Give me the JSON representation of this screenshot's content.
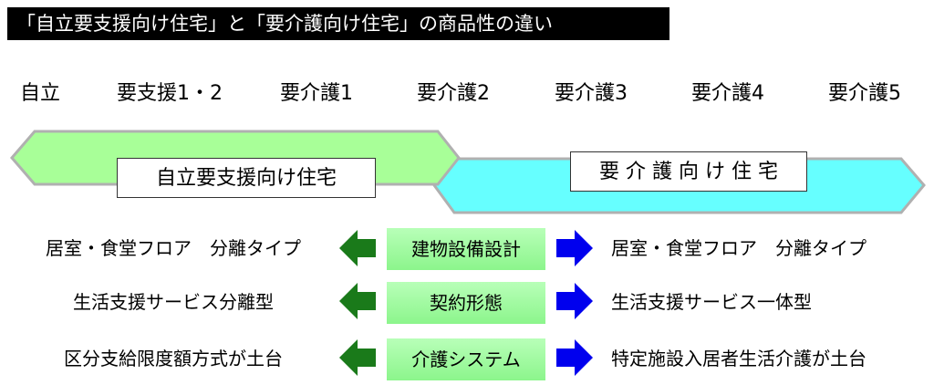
{
  "title": "「自立要支援向け住宅」と「要介護向け住宅」の商品性の違い",
  "levels": [
    "自立",
    "要支援1・2",
    "要介護1",
    "要介護2",
    "要介護3",
    "要介護4",
    "要介護5"
  ],
  "bands": {
    "left": {
      "label": "自立要支援向け住宅",
      "fill": "#a8ff98"
    },
    "right": {
      "label": "要 介 護 向 け 住 宅",
      "fill": "#66ffff"
    },
    "edge": "#b0b0b0"
  },
  "comparisons": [
    {
      "category": "建物設備設計",
      "left": "居室・食堂フロア　分離タイプ",
      "right": "居室・食堂フロア　分離タイプ"
    },
    {
      "category": "契約形態",
      "left": "生活支援サービス分離型",
      "right": "生活支援サービス一体型"
    },
    {
      "category": "介護システム",
      "left": "区分支給限度額方式が土台",
      "right": "特定施設入居者生活介護が土台"
    }
  ],
  "colors": {
    "left_arrow": "#1a7a1a",
    "right_arrow": "#0000ee",
    "category_bg": "#9cf79c"
  }
}
